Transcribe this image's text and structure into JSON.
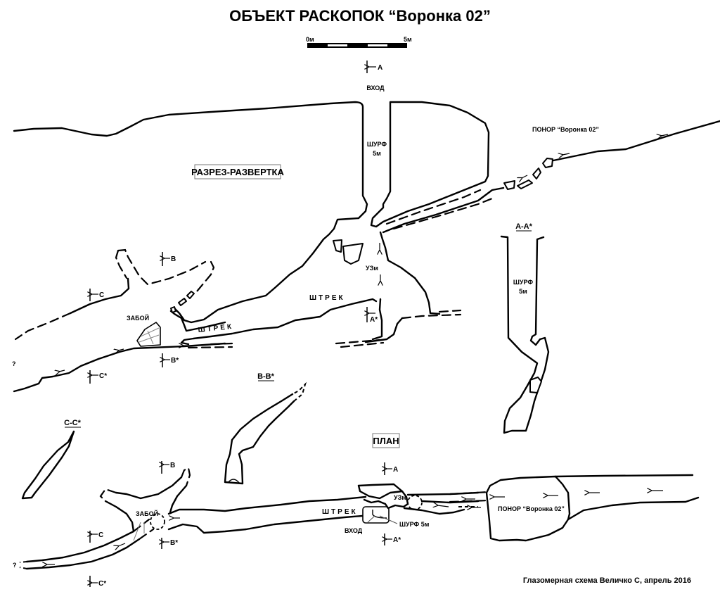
{
  "title": "ОБЪЕКТ РАСКОПОК “Воронка 02”",
  "scale_bar": {
    "start_label": "0м",
    "end_label": "5м",
    "segments": 5
  },
  "profile": {
    "heading": "РАЗРЕЗ-РАЗВЕРТКА",
    "entrance_label": "ВХОД",
    "shaft_label": "ШУРФ",
    "shaft_depth": "5м",
    "ponor_label": "ПОНОР  “Воронка  02”",
    "ledge_label": "УЗм",
    "gallery_label_1": "ШТРЕК",
    "gallery_label_2": "ШТРЕК",
    "face_label": "ЗАБОЙ",
    "unknown_mark": "?",
    "section_marks": {
      "a": "А",
      "a_star": "А*",
      "b": "В",
      "b_star": "В*",
      "c": "С",
      "c_star": "С*"
    }
  },
  "cross_sections": [
    {
      "name": "А-А*",
      "shaft_label": "ШУРФ",
      "shaft_depth": "5м"
    },
    {
      "name": "В-В*"
    },
    {
      "name": "С-С*"
    }
  ],
  "plan": {
    "heading": "ПЛАН",
    "gallery_label": "ШТРЕК",
    "entrance_label": "ВХОД",
    "shaft_label": "ШУРФ 5м",
    "ledge_label": "УЗм",
    "face_label": "ЗАБОЙ",
    "ponor_label": "ПОНОР  “Воронка 02”",
    "unknown_mark": "?",
    "section_marks": {
      "a": "А",
      "a_star": "А*",
      "b": "В",
      "b_star": "В*",
      "c": "С",
      "c_star": "С*"
    }
  },
  "credit": "Глазомерная схема Величко С, апрель 2016"
}
